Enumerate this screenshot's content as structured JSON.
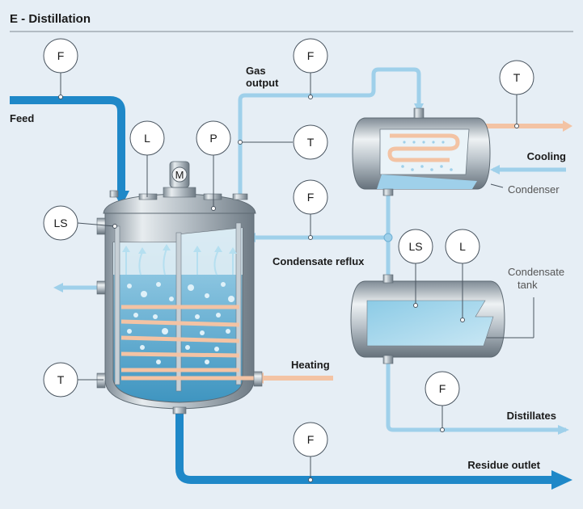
{
  "title": "E - Distillation",
  "labels": {
    "feed": "Feed",
    "gas_output_1": "Gas",
    "gas_output_2": "output",
    "cooling": "Cooling",
    "condenser": "Condenser",
    "condensate_reflux": "Condensate reflux",
    "condensate_tank_1": "Condensate",
    "condensate_tank_2": "tank",
    "heating": "Heating",
    "distillates": "Distillates",
    "residue_outlet": "Residue outlet",
    "motor": "M"
  },
  "instruments": {
    "feed_flow": "F",
    "gas_flow": "F",
    "condenser_temp": "T",
    "column_level": "L",
    "column_pressure": "P",
    "gas_temp": "T",
    "reflux_flow": "F",
    "column_level_switch": "LS",
    "tank_level_switch": "LS",
    "tank_level": "L",
    "column_temp": "T",
    "distillate_flow": "F",
    "residue_flow": "F"
  },
  "colors": {
    "background": "#e6eef5",
    "thick_pipe": "#1f88c8",
    "thin_pipe": "#9fd0ea",
    "heating_pipe": "#f3c3a4",
    "steel": "#a9b4bd",
    "liquid": "#6fb8d8"
  }
}
